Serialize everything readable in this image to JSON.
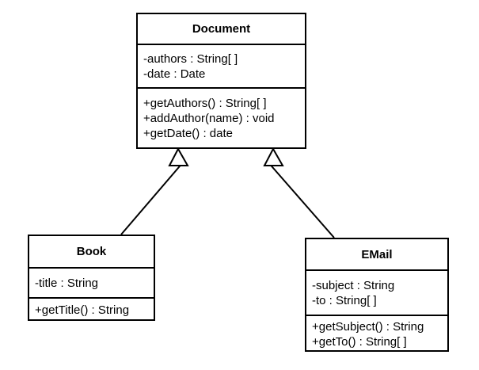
{
  "diagram": {
    "type": "uml-class-diagram",
    "background_color": "#ffffff",
    "line_color": "#000000",
    "classes": [
      {
        "id": "document",
        "name": "Document",
        "role": "superclass",
        "attributes": [
          "-authors : String[ ]",
          "-date : Date"
        ],
        "operations": [
          "+getAuthors() : String[ ]",
          "+addAuthor(name) : void",
          "+getDate() : date"
        ]
      },
      {
        "id": "book",
        "name": "Book",
        "role": "subclass",
        "attributes": [
          "-title : String"
        ],
        "operations": [
          "+getTitle() : String"
        ]
      },
      {
        "id": "email",
        "name": "EMail",
        "role": "subclass",
        "attributes": [
          "-subject : String",
          "-to : String[ ]"
        ],
        "operations": [
          "+getSubject() : String",
          "+getTo() : String[ ]"
        ]
      }
    ],
    "relationships": [
      {
        "id": "book-to-document",
        "kind": "generalization",
        "from": "Book",
        "to": "Document",
        "arrow": "hollow-triangle"
      },
      {
        "id": "email-to-document",
        "kind": "generalization",
        "from": "EMail",
        "to": "Document",
        "arrow": "hollow-triangle"
      }
    ]
  }
}
